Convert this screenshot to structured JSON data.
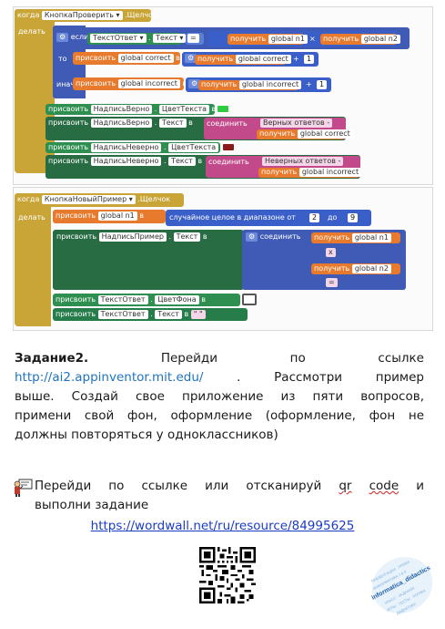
{
  "block1": {
    "event": {
      "kw": "когда",
      "component": "КнопкаПроверить",
      "event": ".Щелчок",
      "do": "делать"
    },
    "if_row": {
      "kw": "если",
      "get1": "получить",
      "var1": "global n1",
      "op_mul": "×",
      "get2": "получить",
      "var2": "global n2",
      "op_eq": "=",
      "comp": "ТекстОтвет",
      "prop": "Текст"
    },
    "then_row": {
      "kw": "то",
      "set": "присвоить",
      "var": "global correct",
      "to": "в",
      "get": "получить",
      "gvar": "global correct",
      "plus": "+",
      "num": "1"
    },
    "else_row": {
      "kw": "иначе",
      "set": "присвоить",
      "var": "global incorrect",
      "to": "в",
      "get": "получить",
      "gvar": "global incorrect",
      "plus": "+",
      "num": "1"
    },
    "color_row": {
      "set": "присвоить",
      "comp": "НадписьВерно",
      "prop": "ЦветТекста",
      "to": "в"
    },
    "join_row1": {
      "set": "присвоить",
      "comp": "НадписьВерно",
      "prop": "Текст",
      "to": "в",
      "join": "соединить",
      "str": "Верных ответов -",
      "get": "получить",
      "gvar": "global correct"
    },
    "color_row2": {
      "set": "присвоить",
      "comp": "НадписьНеверно",
      "prop": "ЦветТекста",
      "to": "в"
    },
    "join_row2": {
      "set": "присвоить",
      "comp": "НадписьНеверно",
      "prop": "Текст",
      "to": "в",
      "join": "соединить",
      "str": "Неверных ответов -",
      "get": "получить",
      "gvar": "global incorrect"
    }
  },
  "block2": {
    "event": {
      "kw": "когда",
      "component": "КнопкаНовыйПример",
      "event": ".Щелчок",
      "do": "делать"
    },
    "rand_row": {
      "set": "присвоить",
      "var": "global n1",
      "to": "в",
      "rand": "случайное целое в диапазоне от",
      "from": "2",
      "until": "до",
      "to_num": "9"
    },
    "join_row": {
      "set": "присвоить",
      "comp": "НадписьПример",
      "prop": "Текст",
      "to": "в",
      "join": "соединить",
      "get1": "получить",
      "var1": "global n1",
      "str1": "x",
      "get2": "получить",
      "var2": "global n2",
      "str2": "="
    },
    "bg_row": {
      "set": "присвоить",
      "comp": "ТекстОтвет",
      "prop": "ЦветФона",
      "to": "в"
    },
    "clear_row": {
      "set": "присвоить",
      "comp": "ТекстОтвет",
      "prop": "Текст",
      "to": "в",
      "str": "\" \""
    }
  },
  "task": {
    "title": "Задание2.",
    "line1_rest": "Перейди по ссылке",
    "link": "http://ai2.appinventor.mit.edu/",
    "line2_rest": ". Рассмотри пример",
    "line3": "выше. Создай свое приложение из пяти вопросов,",
    "line4": "примени свой фон, оформление (оформление, фон не",
    "line5": "должны повторяться у одноклассников)"
  },
  "task2": {
    "line1a": "Перейди по ссылке или отсканируй",
    "qr_word": "qr",
    "code_word": "code",
    "line1b": "и",
    "line2": "выполни задание",
    "link": "https://wordwall.net/ru/resource/84995625"
  },
  "stamp": {
    "text": "informatica_didactics"
  },
  "colors": {
    "event": "#c9a437",
    "logic": "#3a5fc9",
    "variable": "#e77a2c",
    "component": "#2f8f50",
    "text": "#c24a8b",
    "link": "#1f74c2"
  }
}
